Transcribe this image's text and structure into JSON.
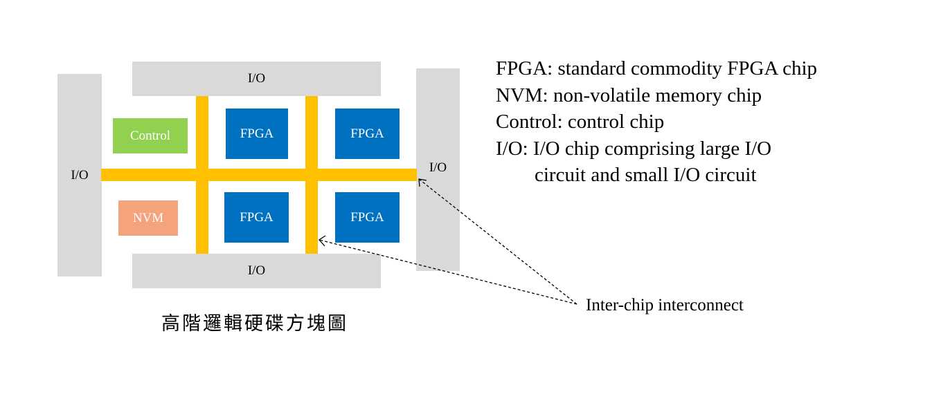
{
  "diagram": {
    "io_top": "I/O",
    "io_bottom": "I/O",
    "io_left": "I/O",
    "io_right": "I/O",
    "control": "Control",
    "nvm": "NVM",
    "fpga_1": "FPGA",
    "fpga_2": "FPGA",
    "fpga_3": "FPGA",
    "fpga_4": "FPGA",
    "caption": "高階邏輯硬碟方塊圖"
  },
  "legend": [
    "FPGA: standard commodity FPGA chip",
    "NVM: non-volatile memory chip",
    "Control: control chip",
    "I/O: I/O chip comprising large I/O",
    "circuit and small I/O circuit"
  ],
  "annotation": "Inter-chip interconnect",
  "colors": {
    "io": "#d9d9d9",
    "interconnect": "#ffc000",
    "fpga": "#0070c0",
    "control": "#92d050",
    "nvm": "#f4a37c"
  }
}
